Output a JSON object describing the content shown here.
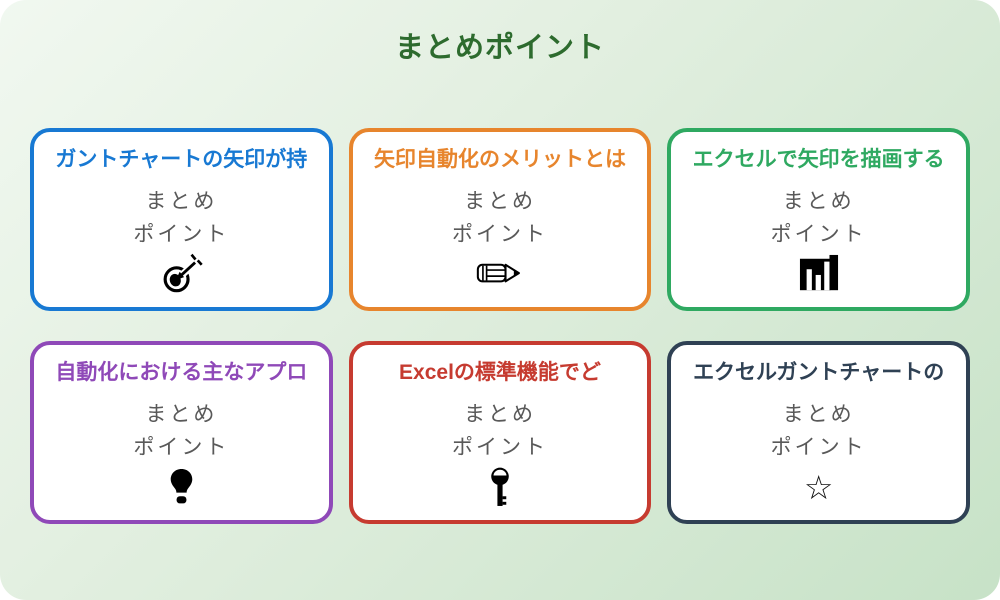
{
  "page": {
    "title": "まとめポイント",
    "title_color": "#2d6b2e",
    "background": {
      "from": "#f1f8f0",
      "to": "#c7e2c7"
    }
  },
  "cards": [
    {
      "title": "ガントチャートの矢印が持",
      "accent": "#1879d3",
      "line1": "まとめ",
      "line2": "ポイント",
      "icon": "dart-target-icon"
    },
    {
      "title": "矢印自動化のメリットとは",
      "accent": "#e7852d",
      "line1": "まとめ",
      "line2": "ポイント",
      "icon": "pencil-icon"
    },
    {
      "title": "エクセルで矢印を描画する",
      "accent": "#2fa961",
      "line1": "まとめ",
      "line2": "ポイント",
      "icon": "bar-chart-icon"
    },
    {
      "title": "自動化における主なアプロ",
      "accent": "#8f49b8",
      "line1": "まとめ",
      "line2": "ポイント",
      "icon": "lightbulb-icon"
    },
    {
      "title": "Excelの標準機能でど",
      "accent": "#c63b30",
      "line1": "まとめ",
      "line2": "ポイント",
      "icon": "key-icon"
    },
    {
      "title": "エクセルガントチャートの",
      "accent": "#2f4154",
      "line1": "まとめ",
      "line2": "ポイント",
      "icon": "star-icon",
      "glyph": "☆"
    }
  ]
}
